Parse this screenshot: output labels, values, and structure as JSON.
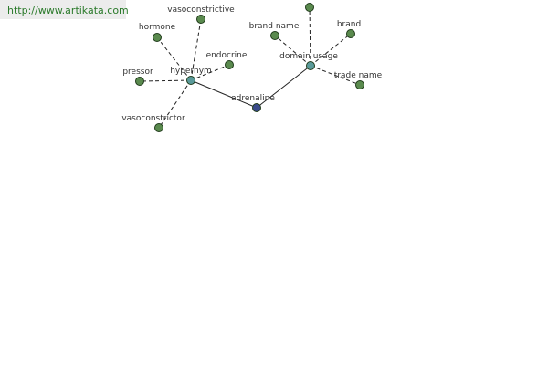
{
  "header": {
    "url": "http://www.artikata.com"
  },
  "colors": {
    "leaf_node": "#5a8a4e",
    "relation_node": "#5a9a9a",
    "center_node": "#3a4a8a",
    "node_outline": "#1f3a1a",
    "edge": "#222222",
    "url_bg": "#ececec",
    "url_text": "#2a7a2a"
  },
  "graph": {
    "center": {
      "label": "adrenaline"
    },
    "relations": [
      {
        "label": "hypernym",
        "children": [
          "hormone",
          "vasoconstrictive",
          "endocrine",
          "pressor",
          "vasoconstrictor"
        ]
      },
      {
        "label": "domain usage",
        "children": [
          "",
          "brand name",
          "brand",
          "trade name"
        ]
      }
    ]
  }
}
